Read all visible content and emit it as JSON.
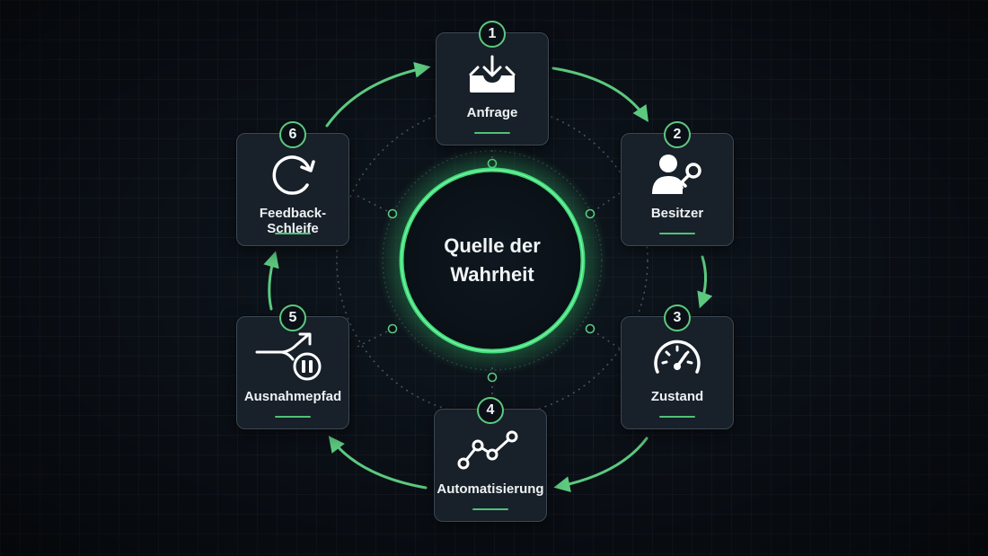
{
  "center": {
    "line1": "Quelle der",
    "line2": "Wahrheit"
  },
  "steps": [
    {
      "number": "1",
      "label": "Anfrage",
      "icon": "inbox-download-icon"
    },
    {
      "number": "2",
      "label": "Besitzer",
      "icon": "user-key-icon"
    },
    {
      "number": "3",
      "label": "Zustand",
      "icon": "gauge-icon"
    },
    {
      "number": "4",
      "label": "Automatisierung",
      "icon": "workflow-nodes-icon"
    },
    {
      "number": "5",
      "label": "Ausnahmepfad",
      "icon": "branch-pause-icon"
    },
    {
      "number": "6",
      "label": "Feedback-Schleife",
      "icon": "refresh-icon"
    }
  ],
  "colors": {
    "background": "#0b1017",
    "card": "#182029",
    "card_border": "#3c4954",
    "accent": "#4fc276",
    "accent_glow": "#3ddc78",
    "text": "#f2f5f7"
  }
}
